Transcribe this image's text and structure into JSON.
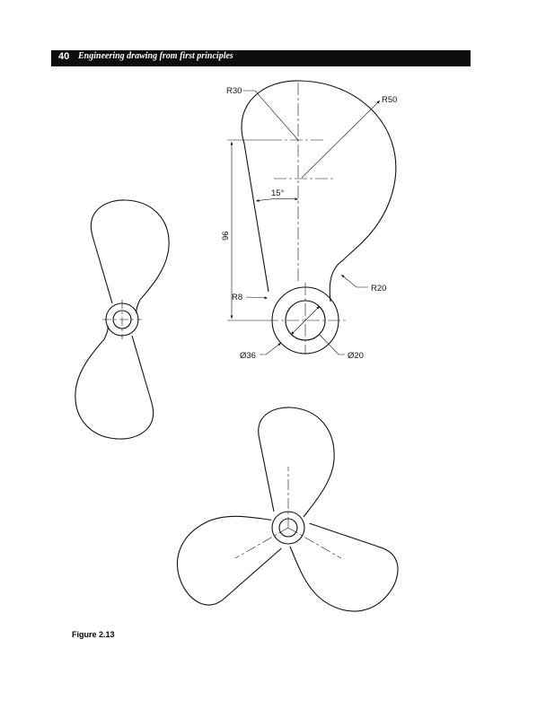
{
  "header": {
    "page_number": "40",
    "book_title": "Engineering drawing from first principles"
  },
  "dimensions": {
    "r30": "R30",
    "r50": "R50",
    "angle": "15°",
    "length": "96",
    "r8": "R8",
    "r20": "R20",
    "dia_outer": "Ø36",
    "dia_inner": "Ø20"
  },
  "caption": "Figure 2.13",
  "colors": {
    "ink": "#111111",
    "header_bg": "#0d0d0d",
    "header_text": "#ffffff"
  }
}
